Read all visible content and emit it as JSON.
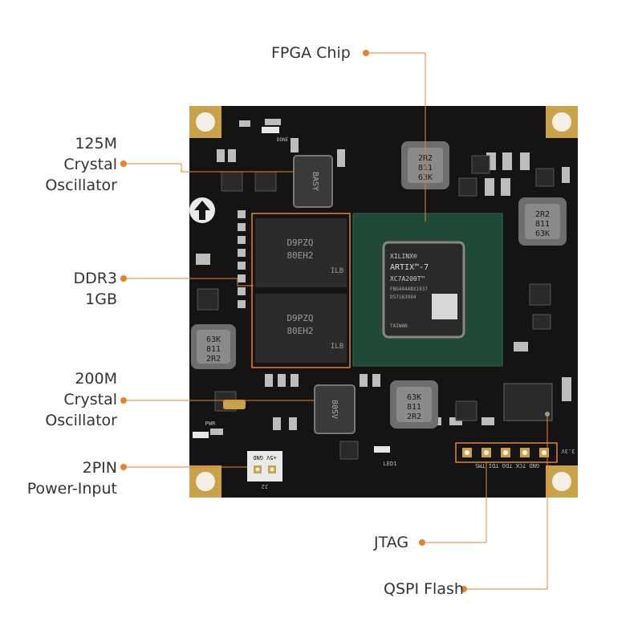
{
  "labels": {
    "fpga": "FPGA Chip",
    "crystal125": [
      "125M",
      "Crystal",
      "Oscillator"
    ],
    "ddr3": [
      "DDR3",
      "1GB"
    ],
    "crystal200": [
      "200M",
      "Crystal",
      "Oscillator"
    ],
    "power": [
      "2PIN",
      "Power-Input"
    ],
    "jtag": "JTAG",
    "qspi": "QSPI Flash"
  },
  "chip_marks": {
    "brand": "XILINX®",
    "family": "ARTIX™-7",
    "part": "XC7A200T™",
    "lot1": "FBG484ABX1937",
    "lot2": "D57163984",
    "origin": "TAIWAN",
    "inductor": [
      "2R2",
      "811",
      "63K"
    ],
    "crystal": "BASY",
    "ddr": [
      "80EH2",
      "D9PZQ",
      "ILB"
    ],
    "osc200": "80SV",
    "jtag_pins": "GND TCK TDO TDI TMS",
    "jtag_v": "3.3V",
    "power_pins": "+5V GND",
    "power_ref": "J2",
    "pwr": "PWR",
    "led": "LED1",
    "done": "DONE"
  },
  "colors": {
    "accent": "#e8832a",
    "board": "#141414",
    "chip": "#1f4a38",
    "text": "#333333"
  }
}
